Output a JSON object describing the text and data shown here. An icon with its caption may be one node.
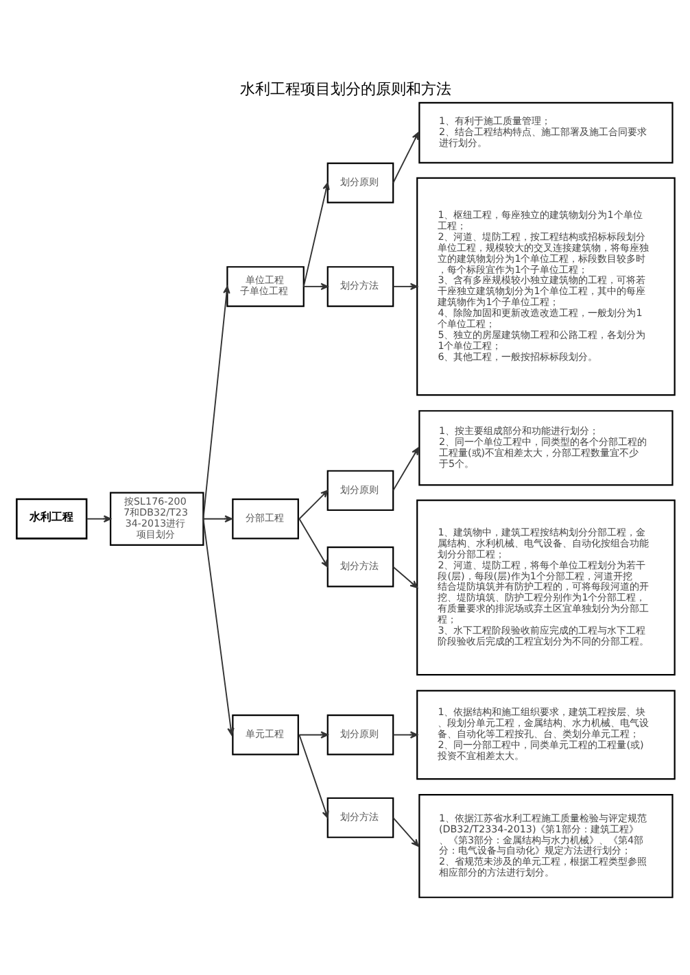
{
  "diagram": {
    "title": "水利工程项目划分的原则和方法",
    "nodes": [
      {
        "text": [
          "水利工程"
        ]
      },
      {
        "text": [
          "按SL176-2007和DB32/T2334-2013进行项目划分"
        ]
      },
      {
        "text": [
          "单位工程",
          "子单位工程"
        ]
      },
      {
        "text": [
          "划分原则"
        ]
      },
      {
        "text": [
          "1、有利于施工质量管理；",
          "2、结合工程结构特点、施工部署及施工合同要求进行划分。"
        ]
      },
      {
        "text": [
          "划分方法"
        ]
      },
      {
        "text": [
          "1、枢纽工程，每座独立的建筑物划分为1个单位工程；",
          "2、河道、堤防工程，按工程结构或招标标段划分单位工程，规模较大的交叉连接建筑物，将每座独立的建筑物划分为1个单位工程，标段数目较多时，每个标段宜作为1个子单位工程；",
          "3、含有多座规模较小独立建筑物的工程，可将若干座独立建筑物划分为1个单位工程，其中的每座建筑物作为1个子单位工程；",
          "4、除险加固和更新改造改造工程，一般划分为1个单位工程；",
          "5、独立的房屋建筑物工程和公路工程，各划分为1个单位工程；",
          "6、其他工程，一般按招标标段划分。"
        ]
      },
      {
        "text": [
          "分部工程"
        ]
      },
      {
        "text": [
          "划分原则"
        ]
      },
      {
        "text": [
          "1、按主要组成部分和功能进行划分；",
          "2、同一个单位工程中，同类型的各个分部工程的工程量(或)不宜相差太大，分部工程数量宜不少于5个。"
        ]
      },
      {
        "text": [
          "划分方法"
        ]
      },
      {
        "text": [
          "1、建筑物中，建筑工程按结构划分分部工程，金属结构、水利机械、电气设备、自动化按组合功能划分分部工程；",
          "2、河道、堤防工程，将每个单位工程划分为若干段(层)，每段(层)作为1个分部工程，河道开挖结合堤防填筑并有防护工程的，可将每段河道的开挖、堤防填筑、防护工程分别作为1个分部工程，有质量要求的排泥场或弃土区宜单独划分为分部工程；",
          "3、水下工程阶段验收前应完成的工程与水下工程阶段验收后完成的工程宜划分为不同的分部工程。"
        ]
      },
      {
        "text": [
          "单元工程"
        ]
      },
      {
        "text": [
          "划分原则"
        ]
      },
      {
        "text": [
          "1、依据结构和施工组织要求，建筑工程按层、块、段划分单元工程，金属结构、水力机械、电气设备、自动化等工程按孔、台、类划分单元工程；",
          "2、同一分部工程中，同类单元工程的工程量(或)投资不宜相差太大。"
        ]
      },
      {
        "text": [
          "划分方法"
        ]
      },
      {
        "text": [
          "1、依据江苏省水利工程施工质量检验与评定规范(DB32/T2334-2013)《第1部分：建筑工程》、《第3部分：金属结构与水力机械》、《第4部分：电气设备与自动化》规定方法进行划分；",
          "2、省规范未涉及的单元工程，根据工程类型参照相应部分的方法进行划分。"
        ]
      }
    ],
    "edges": [
      {
        "from": 0,
        "to": 1,
        "arrow": "to"
      },
      {
        "from": 1,
        "to": 2,
        "arrow": "to"
      },
      {
        "from": 1,
        "to": 7,
        "arrow": "to"
      },
      {
        "from": 1,
        "to": 12,
        "arrow": "to"
      },
      {
        "from": 2,
        "to": 3,
        "arrow": "to"
      },
      {
        "from": 2,
        "to": 5,
        "arrow": "to"
      },
      {
        "from": 3,
        "to": 4,
        "arrow": "to"
      },
      {
        "from": 5,
        "to": 6,
        "arrow": "to"
      },
      {
        "from": 7,
        "to": 8,
        "arrow": "to"
      },
      {
        "from": 7,
        "to": 10,
        "arrow": "to"
      },
      {
        "from": 8,
        "to": 9,
        "arrow": "to"
      },
      {
        "from": 10,
        "to": 11,
        "arrow": "to"
      },
      {
        "from": 12,
        "to": 13,
        "arrow": "to"
      },
      {
        "from": 12,
        "to": 15,
        "arrow": "to"
      },
      {
        "from": 13,
        "to": 14,
        "arrow": "to"
      },
      {
        "from": 15,
        "to": 16,
        "arrow": "to"
      }
    ]
  }
}
